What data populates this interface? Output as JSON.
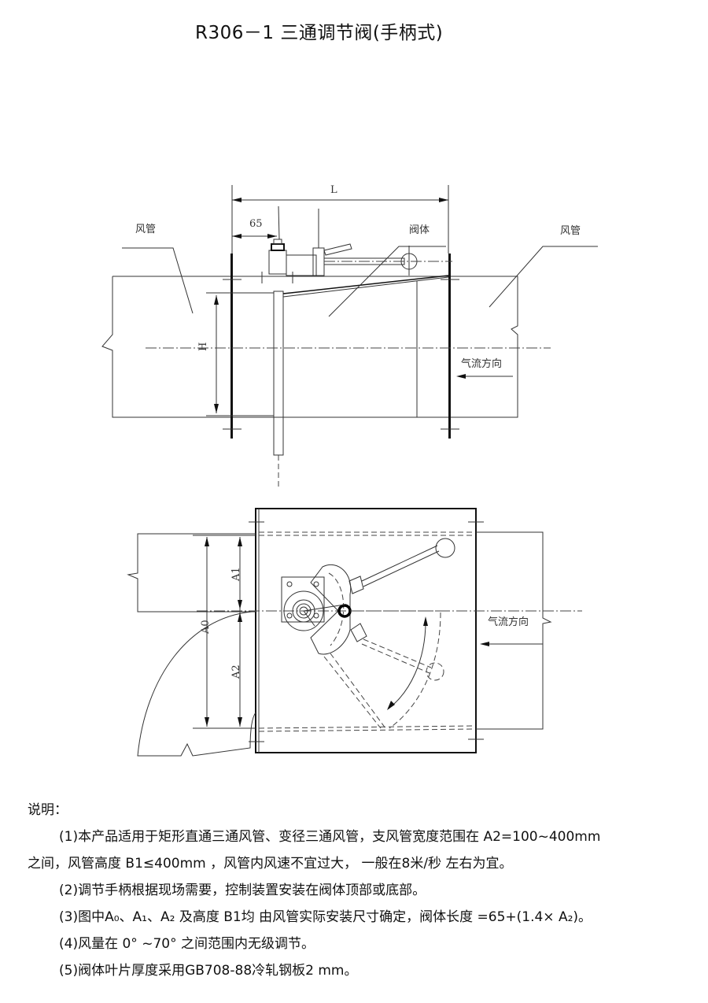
{
  "title": "R306－1 三通调节阀(手柄式)",
  "side_view": {
    "dim_L": "L",
    "dim_65": "65",
    "dim_H": "H",
    "label_duct_left": "风管",
    "label_valve_body": "阀体",
    "label_duct_right": "风管",
    "label_airflow": "气流方向"
  },
  "plan_view": {
    "dim_A0": "A0",
    "dim_A1": "A1",
    "dim_A2": "A2",
    "label_airflow": "气流方向"
  },
  "notes": {
    "heading": "说明：",
    "items": [
      "(1)本产品适用于矩形直通三通风管、变径三通风管，支风管宽度范围在 A2=100~400mm",
      "之间，风管高度 B1≤400mm ，风管内风速不宜过大， 一般在8米/秒 左右为宜。",
      "(2)调节手柄根据现场需要，控制装置安装在阀体顶部或底部。",
      "(3)图中A₀、A₁、A₂ 及高度 B1均 由风管实际安装尺寸确定，阀体长度 =65+(1.4× A₂)。",
      "(4)风量在 0° ~70° 之间范围内无级调节。",
      "(5)阀体叶片厚度采用GB708-88冷轧钢板2 mm。"
    ]
  }
}
